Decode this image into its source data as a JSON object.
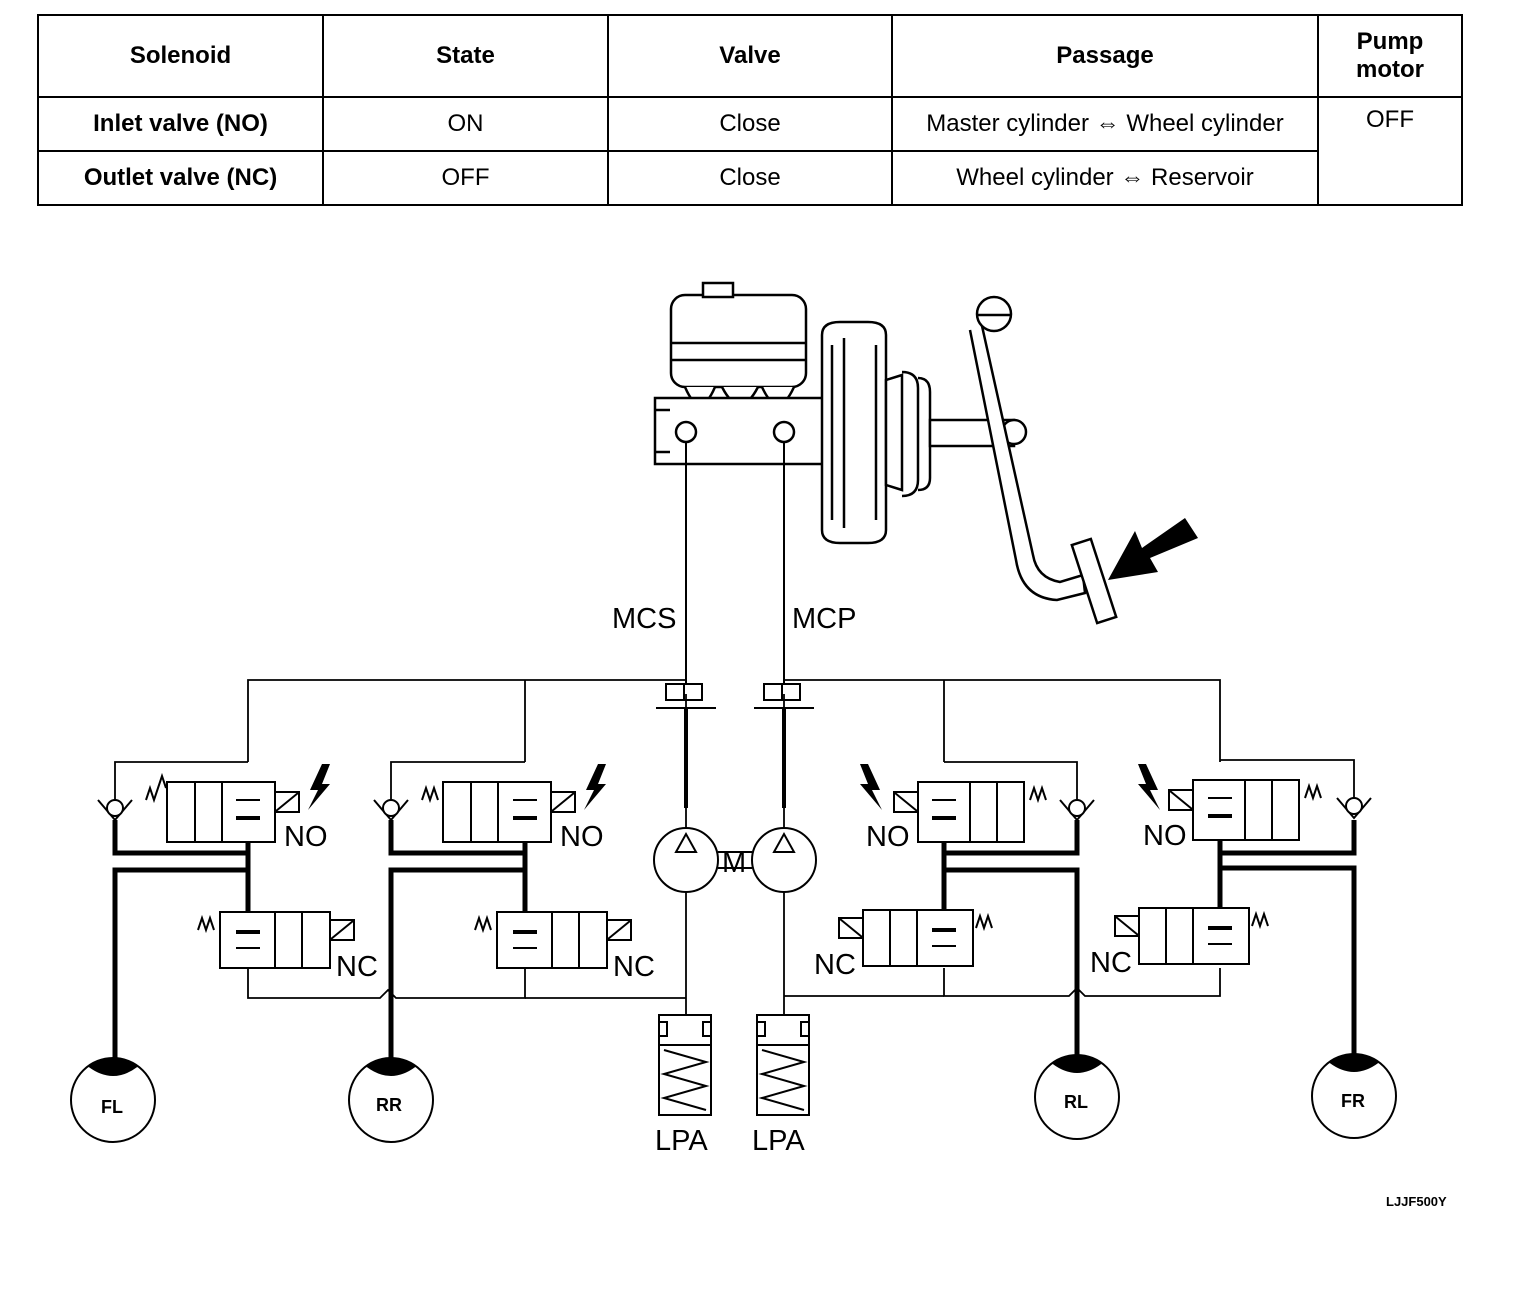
{
  "table": {
    "headers": [
      "Solenoid",
      "State",
      "Valve",
      "Passage",
      "Pump motor"
    ],
    "rows": [
      {
        "solenoid": "Inlet valve (NO)",
        "state": "ON",
        "valve": "Close",
        "passage": "Master cylinder ⇔ Wheel cylinder"
      },
      {
        "solenoid": "Outlet valve (NC)",
        "state": "OFF",
        "valve": "Close",
        "passage": "Wheel cylinder ⇔ Reservoir"
      }
    ],
    "pump_motor": "OFF"
  },
  "diagram": {
    "master_lines": {
      "secondary": "MCS",
      "primary": "MCP"
    },
    "valve_labels": {
      "inlet": "NO",
      "outlet": "NC"
    },
    "pump_motor_symbol": "M",
    "accumulator_labels": [
      "LPA",
      "LPA"
    ],
    "wheels": [
      "FL",
      "RR",
      "RL",
      "FR"
    ],
    "figure_code": "LJJF500Y"
  }
}
